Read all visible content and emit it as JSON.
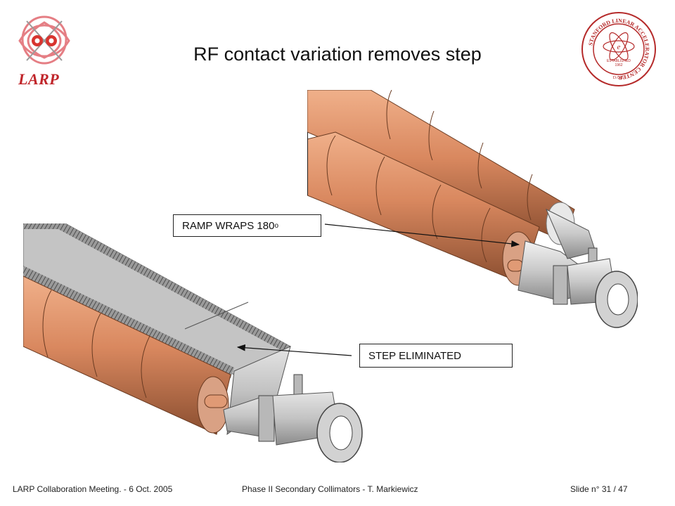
{
  "slide": {
    "title": "RF contact variation removes step"
  },
  "logos": {
    "larp_text": "LARP",
    "slac_seal_text": "STANFORD LINEAR ACCELERATOR CENTER",
    "slac_seal_established": "ESTABLISHED 1962",
    "slac_seal_doe": "D.O.E."
  },
  "callouts": {
    "ramp_label": "RAMP WRAPS 180",
    "ramp_degree": "o",
    "step_label": "STEP ELIMINATED"
  },
  "footer": {
    "left": "LARP Collaboration Meeting.  -  6 Oct. 2005",
    "center": "Phase II Secondary Collimators  -  T. Markiewicz",
    "right": "Slide n° 31 / 47"
  },
  "colors": {
    "copper": "#d9885f",
    "steel": "#c8c8c8",
    "larp_red": "#c0252a",
    "seal_red": "#b52a2a"
  }
}
